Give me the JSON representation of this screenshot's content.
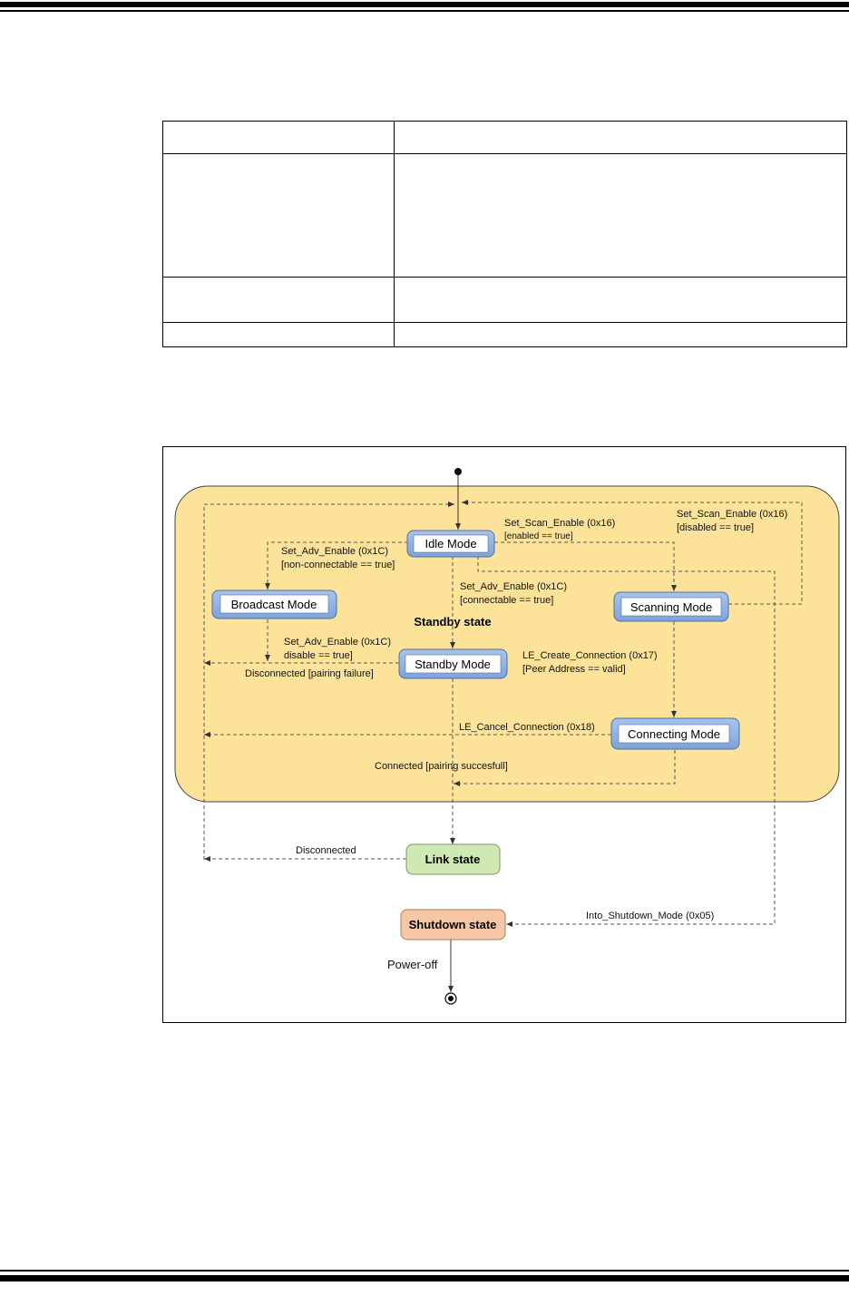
{
  "diagram": {
    "standby_state": {
      "label": "Standby state"
    },
    "modes": {
      "idle": "Idle Mode",
      "broadcast": "Broadcast Mode",
      "scanning": "Scanning Mode",
      "standby": "Standby Mode",
      "connecting": "Connecting Mode"
    },
    "link_state": "Link state",
    "shutdown_state": "Shutdown state",
    "transitions": {
      "scan_enable_on_1": "Set_Scan_Enable (0x16)",
      "scan_enable_on_2": "[enabled == true]",
      "scan_enable_off_1": "Set_Scan_Enable (0x16)",
      "scan_enable_off_2": "[disabled == true]",
      "adv_nonconn_1": "Set_Adv_Enable (0x1C)",
      "adv_nonconn_2": "[non-connectable == true]",
      "adv_conn_1": "Set_Adv_Enable (0x1C)",
      "adv_conn_2": "[connectable == true]",
      "adv_disable_1": "Set_Adv_Enable (0x1C)",
      "adv_disable_2": "disable == true]",
      "pairing_failure": "Disconnected [pairing failure]",
      "create_conn_1": "LE_Create_Connection (0x17)",
      "create_conn_2": "[Peer Address == valid]",
      "cancel_conn": "LE_Cancel_Connection (0x18)",
      "connected": "Connected [pairing succesfull]",
      "disconnected": "Disconnected",
      "into_shutdown": "Into_Shutdown_Mode (0x05)",
      "power_off": "Power-off"
    }
  }
}
